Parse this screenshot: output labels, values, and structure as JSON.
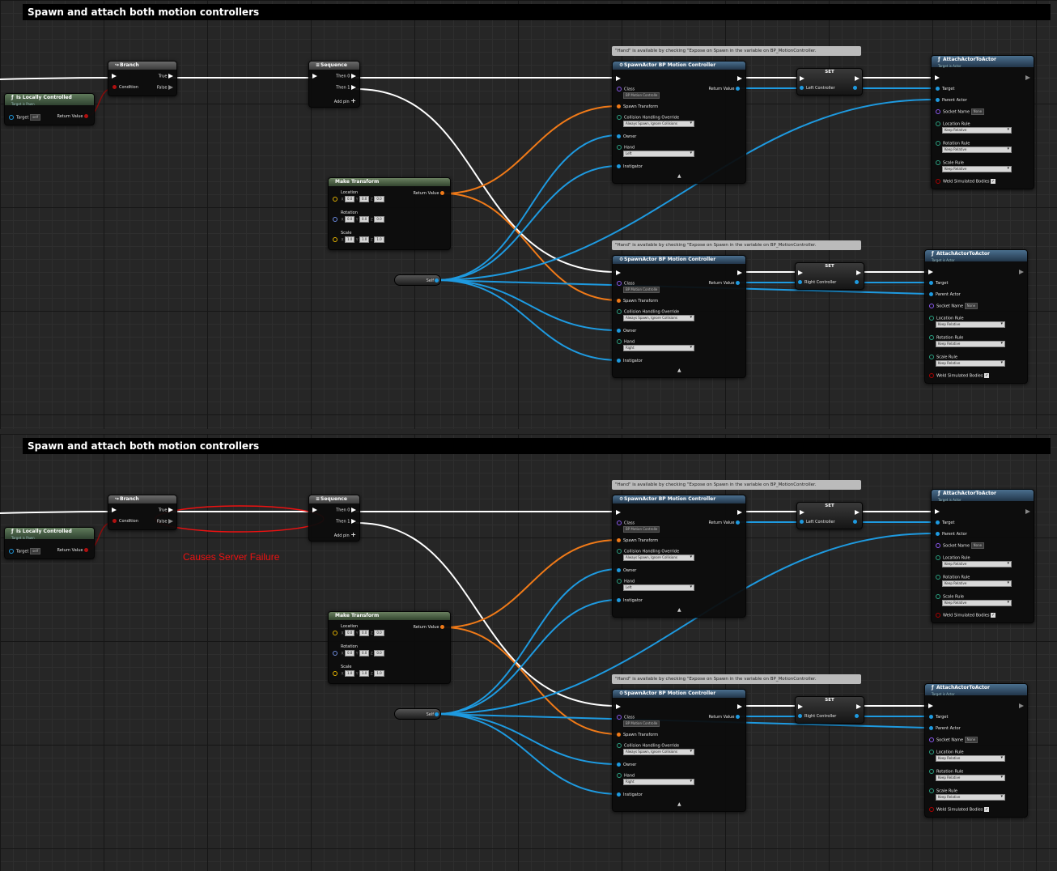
{
  "panels": [
    {
      "comment": "Spawn and attach both motion controllers",
      "annotation": "",
      "branch": {
        "title": "Branch",
        "condition": "Condition",
        "true": "True",
        "false": "False"
      },
      "is_local": {
        "title": "Is Locally Controlled",
        "subtitle": "Target is Pawn",
        "target": "Target",
        "target_value": "self",
        "return": "Return Value"
      },
      "sequence": {
        "title": "Sequence",
        "then0": "Then 0",
        "then1": "Then 1",
        "addpin": "Add pin"
      },
      "make_transform": {
        "title": "Make Transform",
        "location": "Location",
        "rotation": "Rotation",
        "scale": "Scale",
        "return": "Return Value",
        "loc": [
          "0.0",
          "0.0",
          "0.0"
        ],
        "rot": [
          "0.0",
          "0.0",
          "0.0"
        ],
        "scl": [
          "1.0",
          "1.0",
          "1.0"
        ]
      },
      "self_label": "Self",
      "spawn_top": {
        "hint": "\"Hand\" is available by checking \"Expose on Spawn in the variable on BP_MotionController.",
        "title": "SpawnActor BP Motion Controller",
        "class": "Class",
        "class_value": "BP Motion Controlle",
        "spawn_transform": "Spawn Transform",
        "collision": "Collision Handling Override",
        "collision_value": "Always Spawn, Ignore Collisions",
        "owner": "Owner",
        "hand": "Hand",
        "hand_value": "Left",
        "instigator": "Instigator",
        "return": "Return Value"
      },
      "set_top": {
        "title": "SET",
        "pin": "Left Controller"
      },
      "attach_top": {
        "title": "AttachActorToActor",
        "subtitle": "Target is Actor",
        "target": "Target",
        "parent": "Parent Actor",
        "socket": "Socket Name",
        "socket_value": "None",
        "loc_rule": "Location Rule",
        "rot_rule": "Rotation Rule",
        "scale_rule": "Scale Rule",
        "rule_value": "Keep Relative",
        "weld": "Weld Simulated Bodies"
      },
      "spawn_bot": {
        "hint": "\"Hand\" is available by checking \"Expose on Spawn in the variable on BP_MotionController.",
        "title": "SpawnActor BP Motion Controller",
        "class": "Class",
        "class_value": "BP Motion Controlle",
        "spawn_transform": "Spawn Transform",
        "collision": "Collision Handling Override",
        "collision_value": "Always Spawn, Ignore Collisions",
        "owner": "Owner",
        "hand": "Hand",
        "hand_value": "Right",
        "instigator": "Instigator",
        "return": "Return Value"
      },
      "set_bot": {
        "title": "SET",
        "pin": "Right Controller"
      },
      "attach_bot": {
        "title": "AttachActorToActor",
        "subtitle": "Target is Actor",
        "target": "Target",
        "parent": "Parent Actor",
        "socket": "Socket Name",
        "socket_value": "None",
        "loc_rule": "Location Rule",
        "rot_rule": "Rotation Rule",
        "scale_rule": "Scale Rule",
        "rule_value": "Keep Relative",
        "weld": "Weld Simulated Bodies"
      }
    },
    {
      "comment": "Spawn and attach both motion controllers",
      "annotation": "Causes Server Failure",
      "branch": {
        "title": "Branch",
        "condition": "Condition",
        "true": "True",
        "false": "False"
      },
      "is_local": {
        "title": "Is Locally Controlled",
        "subtitle": "Target is Pawn",
        "target": "Target",
        "target_value": "self",
        "return": "Return Value"
      },
      "sequence": {
        "title": "Sequence",
        "then0": "Then 0",
        "then1": "Then 1",
        "addpin": "Add pin"
      },
      "make_transform": {
        "title": "Make Transform",
        "location": "Location",
        "rotation": "Rotation",
        "scale": "Scale",
        "return": "Return Value",
        "loc": [
          "0.0",
          "0.0",
          "0.0"
        ],
        "rot": [
          "0.0",
          "0.0",
          "0.0"
        ],
        "scl": [
          "1.0",
          "1.0",
          "1.0"
        ]
      },
      "self_label": "Self",
      "spawn_top": {
        "hint": "\"Hand\" is available by checking \"Expose on Spawn in the variable on BP_MotionController.",
        "title": "SpawnActor BP Motion Controller",
        "class": "Class",
        "class_value": "BP Motion Controlle",
        "spawn_transform": "Spawn Transform",
        "collision": "Collision Handling Override",
        "collision_value": "Always Spawn, Ignore Collisions",
        "owner": "Owner",
        "hand": "Hand",
        "hand_value": "Left",
        "instigator": "Instigator",
        "return": "Return Value"
      },
      "set_top": {
        "title": "SET",
        "pin": "Left Controller"
      },
      "attach_top": {
        "title": "AttachActorToActor",
        "subtitle": "Target is Actor",
        "target": "Target",
        "parent": "Parent Actor",
        "socket": "Socket Name",
        "socket_value": "None",
        "loc_rule": "Location Rule",
        "rot_rule": "Rotation Rule",
        "scale_rule": "Scale Rule",
        "rule_value": "Keep Relative",
        "weld": "Weld Simulated Bodies"
      },
      "spawn_bot": {
        "hint": "\"Hand\" is available by checking \"Expose on Spawn in the variable on BP_MotionController.",
        "title": "SpawnActor BP Motion Controller",
        "class": "Class",
        "class_value": "BP Motion Controlle",
        "spawn_transform": "Spawn Transform",
        "collision": "Collision Handling Override",
        "collision_value": "Always Spawn, Ignore Collisions",
        "owner": "Owner",
        "hand": "Hand",
        "hand_value": "Right",
        "instigator": "Instigator",
        "return": "Return Value"
      },
      "set_bot": {
        "title": "SET",
        "pin": "Right Controller"
      },
      "attach_bot": {
        "title": "AttachActorToActor",
        "subtitle": "Target is Actor",
        "target": "Target",
        "parent": "Parent Actor",
        "socket": "Socket Name",
        "socket_value": "None",
        "loc_rule": "Location Rule",
        "rot_rule": "Rotation Rule",
        "scale_rule": "Scale Rule",
        "rule_value": "Keep Relative",
        "weld": "Weld Simulated Bodies"
      }
    }
  ],
  "colors": {
    "exec_wire": "#ffffff",
    "object_wire": "#1e9ae0",
    "transform_wire": "#f07a18",
    "annotation": "#e11111"
  }
}
